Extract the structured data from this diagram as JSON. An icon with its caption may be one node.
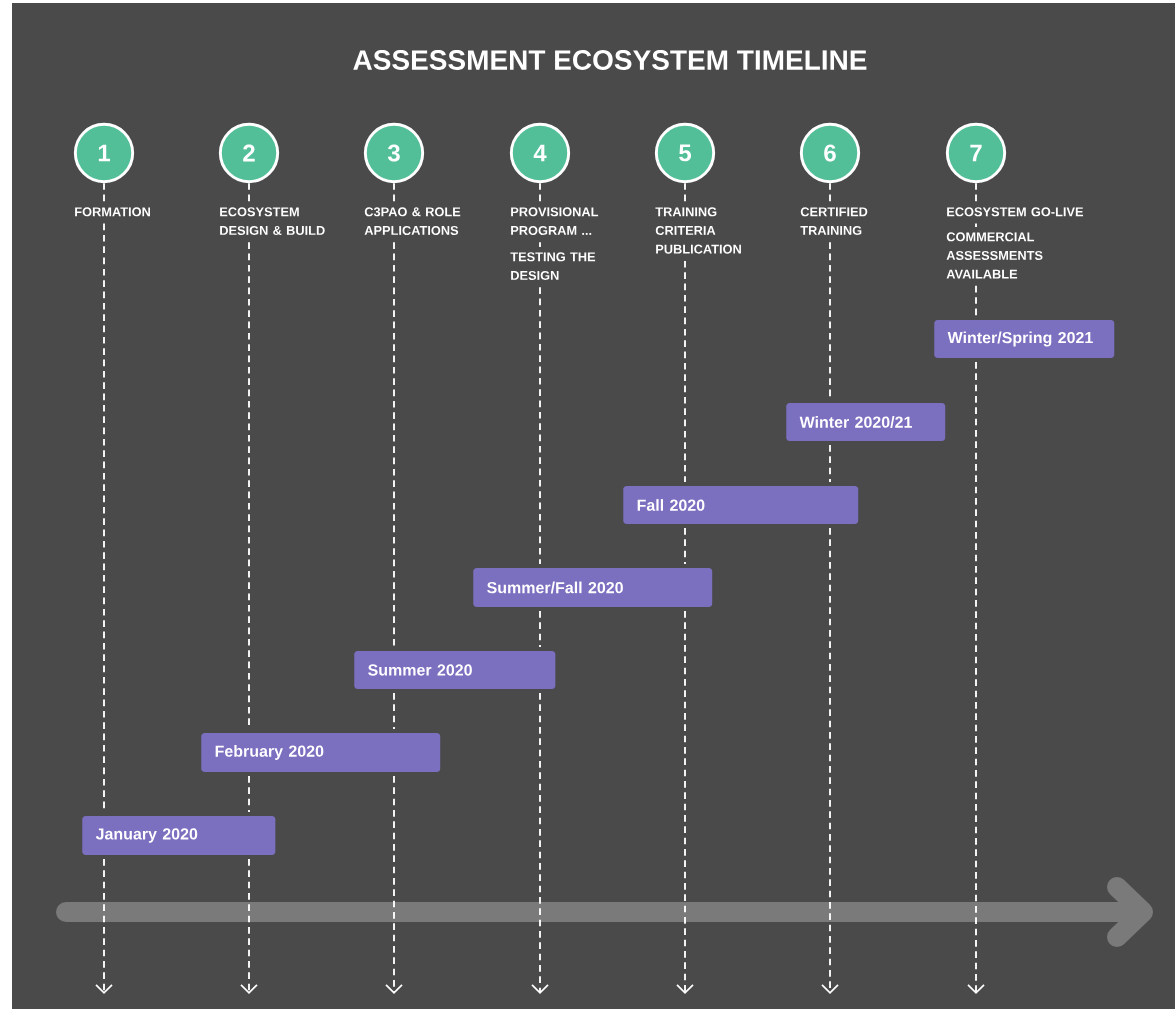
{
  "diagram": {
    "title": "ASSESSMENT ECOSYSTEM TIMELINE",
    "nodes": [
      {
        "text": [
          "1"
        ],
        "beside": [
          "FORMATION"
        ]
      },
      {
        "text": [
          "2"
        ],
        "beside": [
          "ECOSYSTEM DESIGN & BUILD"
        ]
      },
      {
        "text": [
          "3"
        ],
        "beside": [
          "C3PAO & ROLE APPLICATIONS"
        ]
      },
      {
        "text": [
          "4"
        ],
        "beside": [
          "PROVISIONAL PROGRAM ...",
          "TESTING THE DESIGN"
        ]
      },
      {
        "text": [
          "5"
        ],
        "beside": [
          "TRAINING CRITERIA PUBLICATION"
        ]
      },
      {
        "text": [
          "6"
        ],
        "beside": [
          "CERTIFIED TRAINING"
        ]
      },
      {
        "text": [
          "7"
        ],
        "beside": [
          "ECOSYSTEM GO-LIVE",
          "COMMERCIAL ASSESSMENTS AVAILABLE"
        ]
      },
      {
        "text": [
          "January 2020"
        ]
      },
      {
        "text": [
          "February 2020"
        ]
      },
      {
        "text": [
          "Summer 2020"
        ]
      },
      {
        "text": [
          "Summer/Fall 2020"
        ]
      },
      {
        "text": [
          "Fall 2020"
        ]
      },
      {
        "text": [
          "Winter 2020/21"
        ]
      },
      {
        "text": [
          "Winter/Spring 2021"
        ]
      }
    ],
    "edges": [
      {
        "from": 0,
        "to": null,
        "arrow": "to",
        "style": "dashed"
      },
      {
        "from": 1,
        "to": null,
        "arrow": "to",
        "style": "dashed"
      },
      {
        "from": 2,
        "to": null,
        "arrow": "to",
        "style": "dashed"
      },
      {
        "from": 3,
        "to": null,
        "arrow": "to",
        "style": "dashed"
      },
      {
        "from": 4,
        "to": null,
        "arrow": "to",
        "style": "dashed"
      },
      {
        "from": 5,
        "to": null,
        "arrow": "to",
        "style": "dashed"
      },
      {
        "from": 6,
        "to": null,
        "arrow": "to",
        "style": "dashed"
      }
    ]
  }
}
